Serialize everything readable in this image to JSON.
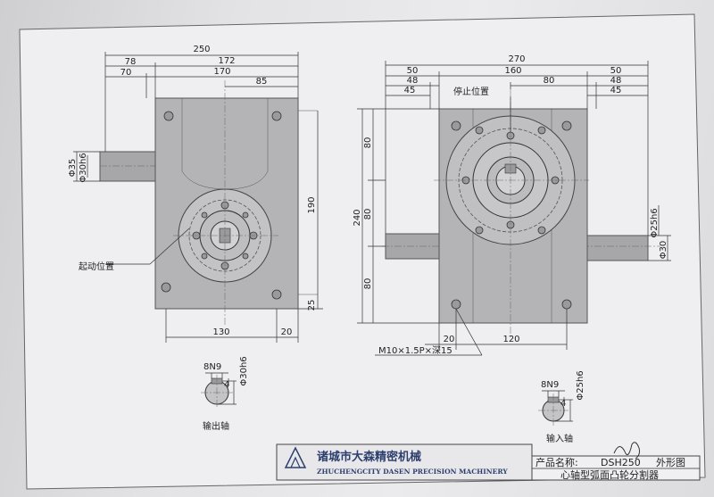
{
  "left_view": {
    "dims_top": [
      "250",
      "78",
      "172",
      "70",
      "170",
      "85"
    ],
    "dims_left": [
      "Φ35",
      "Φ30h6"
    ],
    "dims_right": [
      "190",
      "25"
    ],
    "dims_bottom": [
      "130",
      "20"
    ],
    "label_start": "起动位置"
  },
  "right_view": {
    "dims_top": [
      "270",
      "50",
      "160",
      "50",
      "48",
      "80",
      "48",
      "45",
      "45"
    ],
    "label_stop": "停止位置",
    "dims_left": [
      "240",
      "80",
      "80",
      "80"
    ],
    "dims_right": [
      "Φ25h6",
      "Φ30"
    ],
    "dims_bottom": [
      "20",
      "120"
    ],
    "thread_note": "M10×1.5P×深15"
  },
  "output_shaft": {
    "key": "8N9",
    "depth": "4",
    "diameter": "Φ30h6",
    "label": "输出轴"
  },
  "input_shaft": {
    "key": "8N9",
    "depth": "4",
    "diameter": "Φ25h6",
    "label": "输入轴"
  },
  "title_block": {
    "company_cn": "诸城市大森精密机械",
    "company_en": "ZHUCHENGCITY DASEN PRECISION MACHINERY",
    "product_label": "产品名称:",
    "model": "DSH250",
    "drawing_type": "外形图",
    "product_desc": "心轴型弧面凸轮分割器"
  }
}
